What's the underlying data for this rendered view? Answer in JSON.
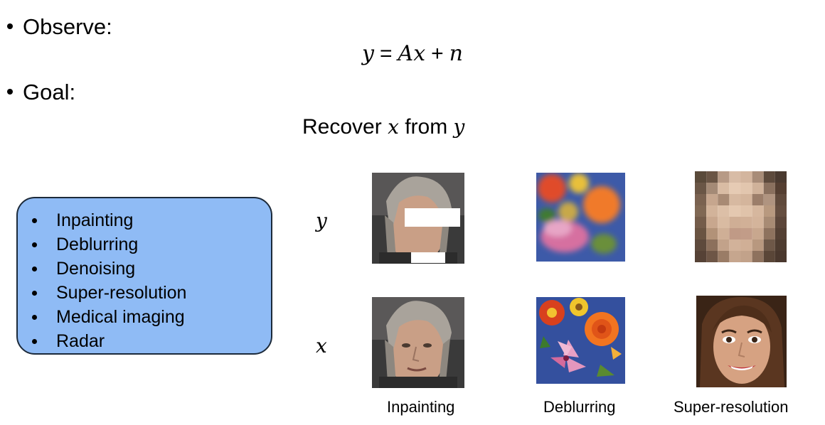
{
  "observe": {
    "label": "Observe:"
  },
  "equation": {
    "lhs": "y",
    "eq": "=",
    "A": "A",
    "x": "x",
    "plus": "+",
    "n": "n"
  },
  "goal": {
    "label": "Goal:"
  },
  "recover": {
    "prefix": "Recover",
    "var_x": "x",
    "middle": "from",
    "var_y": "y"
  },
  "tasks": {
    "items": [
      "Inpainting",
      "Deblurring",
      "Denoising",
      "Super-resolution",
      "Medical imaging",
      "Radar"
    ],
    "box_color": "#8fbbf5"
  },
  "rows": {
    "observed_label": "y",
    "clean_label": "x"
  },
  "captions": {
    "col1": "Inpainting",
    "col2": "Deblurring",
    "col3": "Super-resolution"
  }
}
